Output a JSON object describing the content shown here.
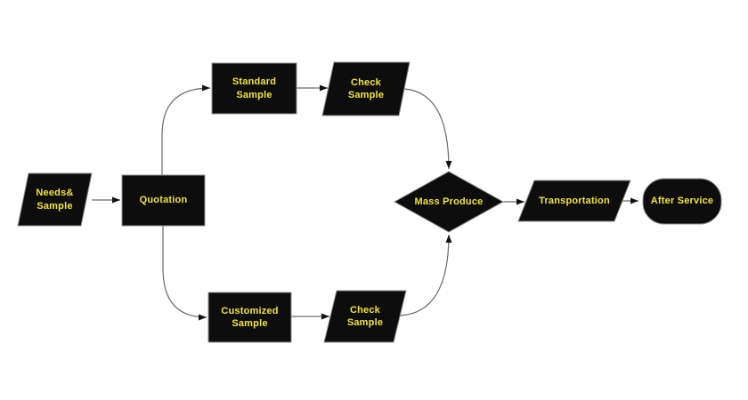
{
  "diagram": {
    "type": "flowchart",
    "colors": {
      "background": "#ffffff",
      "node_fill": "#0d0d0d",
      "node_stroke": "#8f8f8f",
      "text": "#f2e33c",
      "connector": "#6b6b6b",
      "arrowhead": "#111111"
    },
    "nodes": [
      {
        "id": "needs-sample",
        "label": "Needs&\nSample",
        "shape": "parallelogram"
      },
      {
        "id": "quotation",
        "label": "Quotation",
        "shape": "rectangle"
      },
      {
        "id": "standard-sample",
        "label": "Standard\nSample",
        "shape": "rectangle"
      },
      {
        "id": "check-sample-top",
        "label": "Check\nSample",
        "shape": "parallelogram"
      },
      {
        "id": "customized-sample",
        "label": "Customized\nSample",
        "shape": "rectangle"
      },
      {
        "id": "check-sample-bottom",
        "label": "Check\nSample",
        "shape": "parallelogram"
      },
      {
        "id": "mass-produce",
        "label": "Mass Produce",
        "shape": "diamond"
      },
      {
        "id": "transportation",
        "label": "Transportation",
        "shape": "parallelogram"
      },
      {
        "id": "after-service",
        "label": "After Service",
        "shape": "terminator"
      }
    ],
    "edges": [
      {
        "from": "needs-sample",
        "to": "quotation"
      },
      {
        "from": "quotation",
        "to": "standard-sample"
      },
      {
        "from": "quotation",
        "to": "customized-sample"
      },
      {
        "from": "standard-sample",
        "to": "check-sample-top"
      },
      {
        "from": "customized-sample",
        "to": "check-sample-bottom"
      },
      {
        "from": "check-sample-top",
        "to": "mass-produce"
      },
      {
        "from": "check-sample-bottom",
        "to": "mass-produce"
      },
      {
        "from": "mass-produce",
        "to": "transportation"
      },
      {
        "from": "transportation",
        "to": "after-service"
      }
    ]
  }
}
